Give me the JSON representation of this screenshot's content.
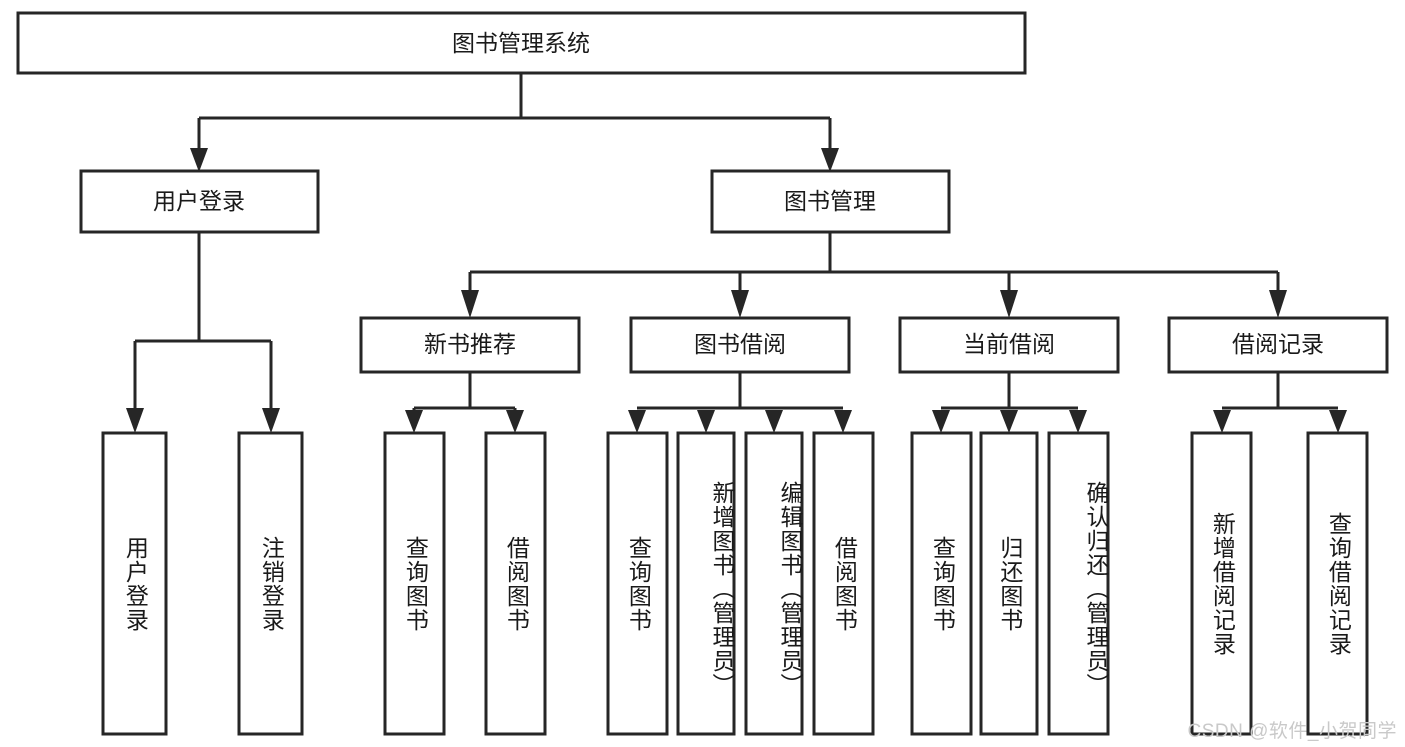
{
  "diagram": {
    "title": "图书管理系统",
    "type": "tree-hierarchy-diagram",
    "colors": {
      "box_stroke": "#262626",
      "box_fill": "#ffffff",
      "text": "#1a1a1a",
      "background": "#ffffff",
      "watermark": "#c9c9c9"
    },
    "root": {
      "label": "图书管理系统"
    },
    "level2": [
      {
        "label": "用户登录"
      },
      {
        "label": "图书管理"
      }
    ],
    "level3": [
      {
        "label": "新书推荐"
      },
      {
        "label": "图书借阅"
      },
      {
        "label": "当前借阅"
      },
      {
        "label": "借阅记录"
      }
    ],
    "leaves": {
      "user_login": [
        {
          "label": "用户登录"
        },
        {
          "label": "注销登录"
        }
      ],
      "new_book_recommend": [
        {
          "label": "查询图书"
        },
        {
          "label": "借阅图书"
        }
      ],
      "book_borrow": [
        {
          "label": "查询图书"
        },
        {
          "label": "新增图书（管理员）"
        },
        {
          "label": "编辑图书（管理员）"
        },
        {
          "label": "借阅图书"
        }
      ],
      "current_borrow": [
        {
          "label": "查询图书"
        },
        {
          "label": "归还图书"
        },
        {
          "label": "确认归还（管理员）"
        }
      ],
      "borrow_record": [
        {
          "label": "新增借阅记录"
        },
        {
          "label": "查询借阅记录"
        }
      ]
    }
  },
  "watermark": {
    "text": "CSDN @软件_小贺同学"
  }
}
